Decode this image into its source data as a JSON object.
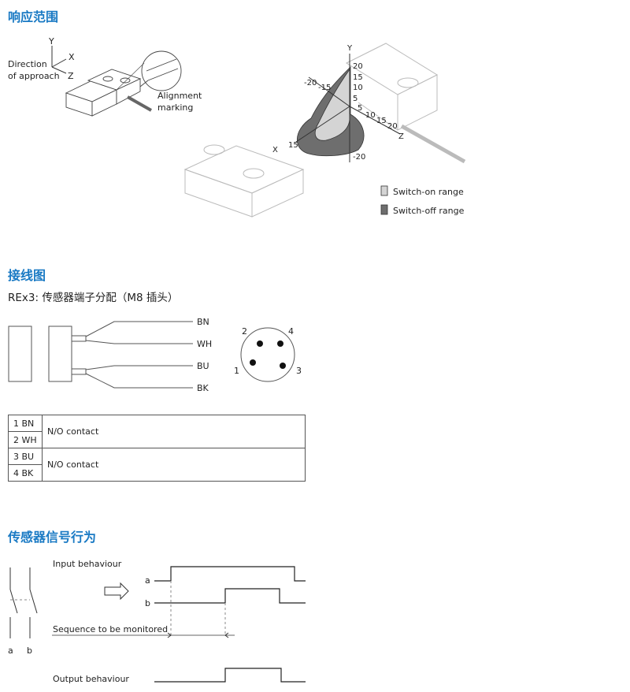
{
  "sections": {
    "response_range": "响应范围",
    "wiring": "接线图",
    "signal": "传感器信号行为"
  },
  "approach": {
    "direction_line1": "Direction",
    "direction_line2": "of approach",
    "axis_y": "Y",
    "axis_x": "X",
    "axis_z": "Z",
    "alignment_line1": "Alignment",
    "alignment_line2": "marking"
  },
  "range_axes": {
    "y_axis": "Y",
    "z_axis": "Z",
    "x_axis": "X",
    "y_ticks": [
      "20",
      "15",
      "10",
      "5"
    ],
    "y_neg": "-20",
    "z_ticks": [
      "5",
      "10",
      "15",
      "20"
    ],
    "x_neg_ticks": [
      "-20",
      "-15"
    ],
    "x_tick": "15"
  },
  "legend": {
    "switch_on": "Switch-on range",
    "switch_off": "Switch-off range",
    "switch_on_color": "#d4d4d4",
    "switch_off_color": "#6e6e6e"
  },
  "wiring": {
    "subtitle": "REx3: 传感器端子分配（M8 插头）",
    "wires": [
      "BN",
      "WH",
      "BU",
      "BK"
    ],
    "pins": [
      "2",
      "4",
      "1",
      "3"
    ]
  },
  "contacts": [
    {
      "pin": "1 BN",
      "function": "N/O contact"
    },
    {
      "pin": "2 WH"
    },
    {
      "pin": "3 BU",
      "function": "N/O contact"
    },
    {
      "pin": "4 BK"
    }
  ],
  "signal": {
    "input_label": "Input behaviour",
    "a": "a",
    "b": "b",
    "sequence_label": "Sequence to be monitored",
    "output_label": "Output behaviour",
    "switch_a": "a",
    "switch_b": "b"
  }
}
